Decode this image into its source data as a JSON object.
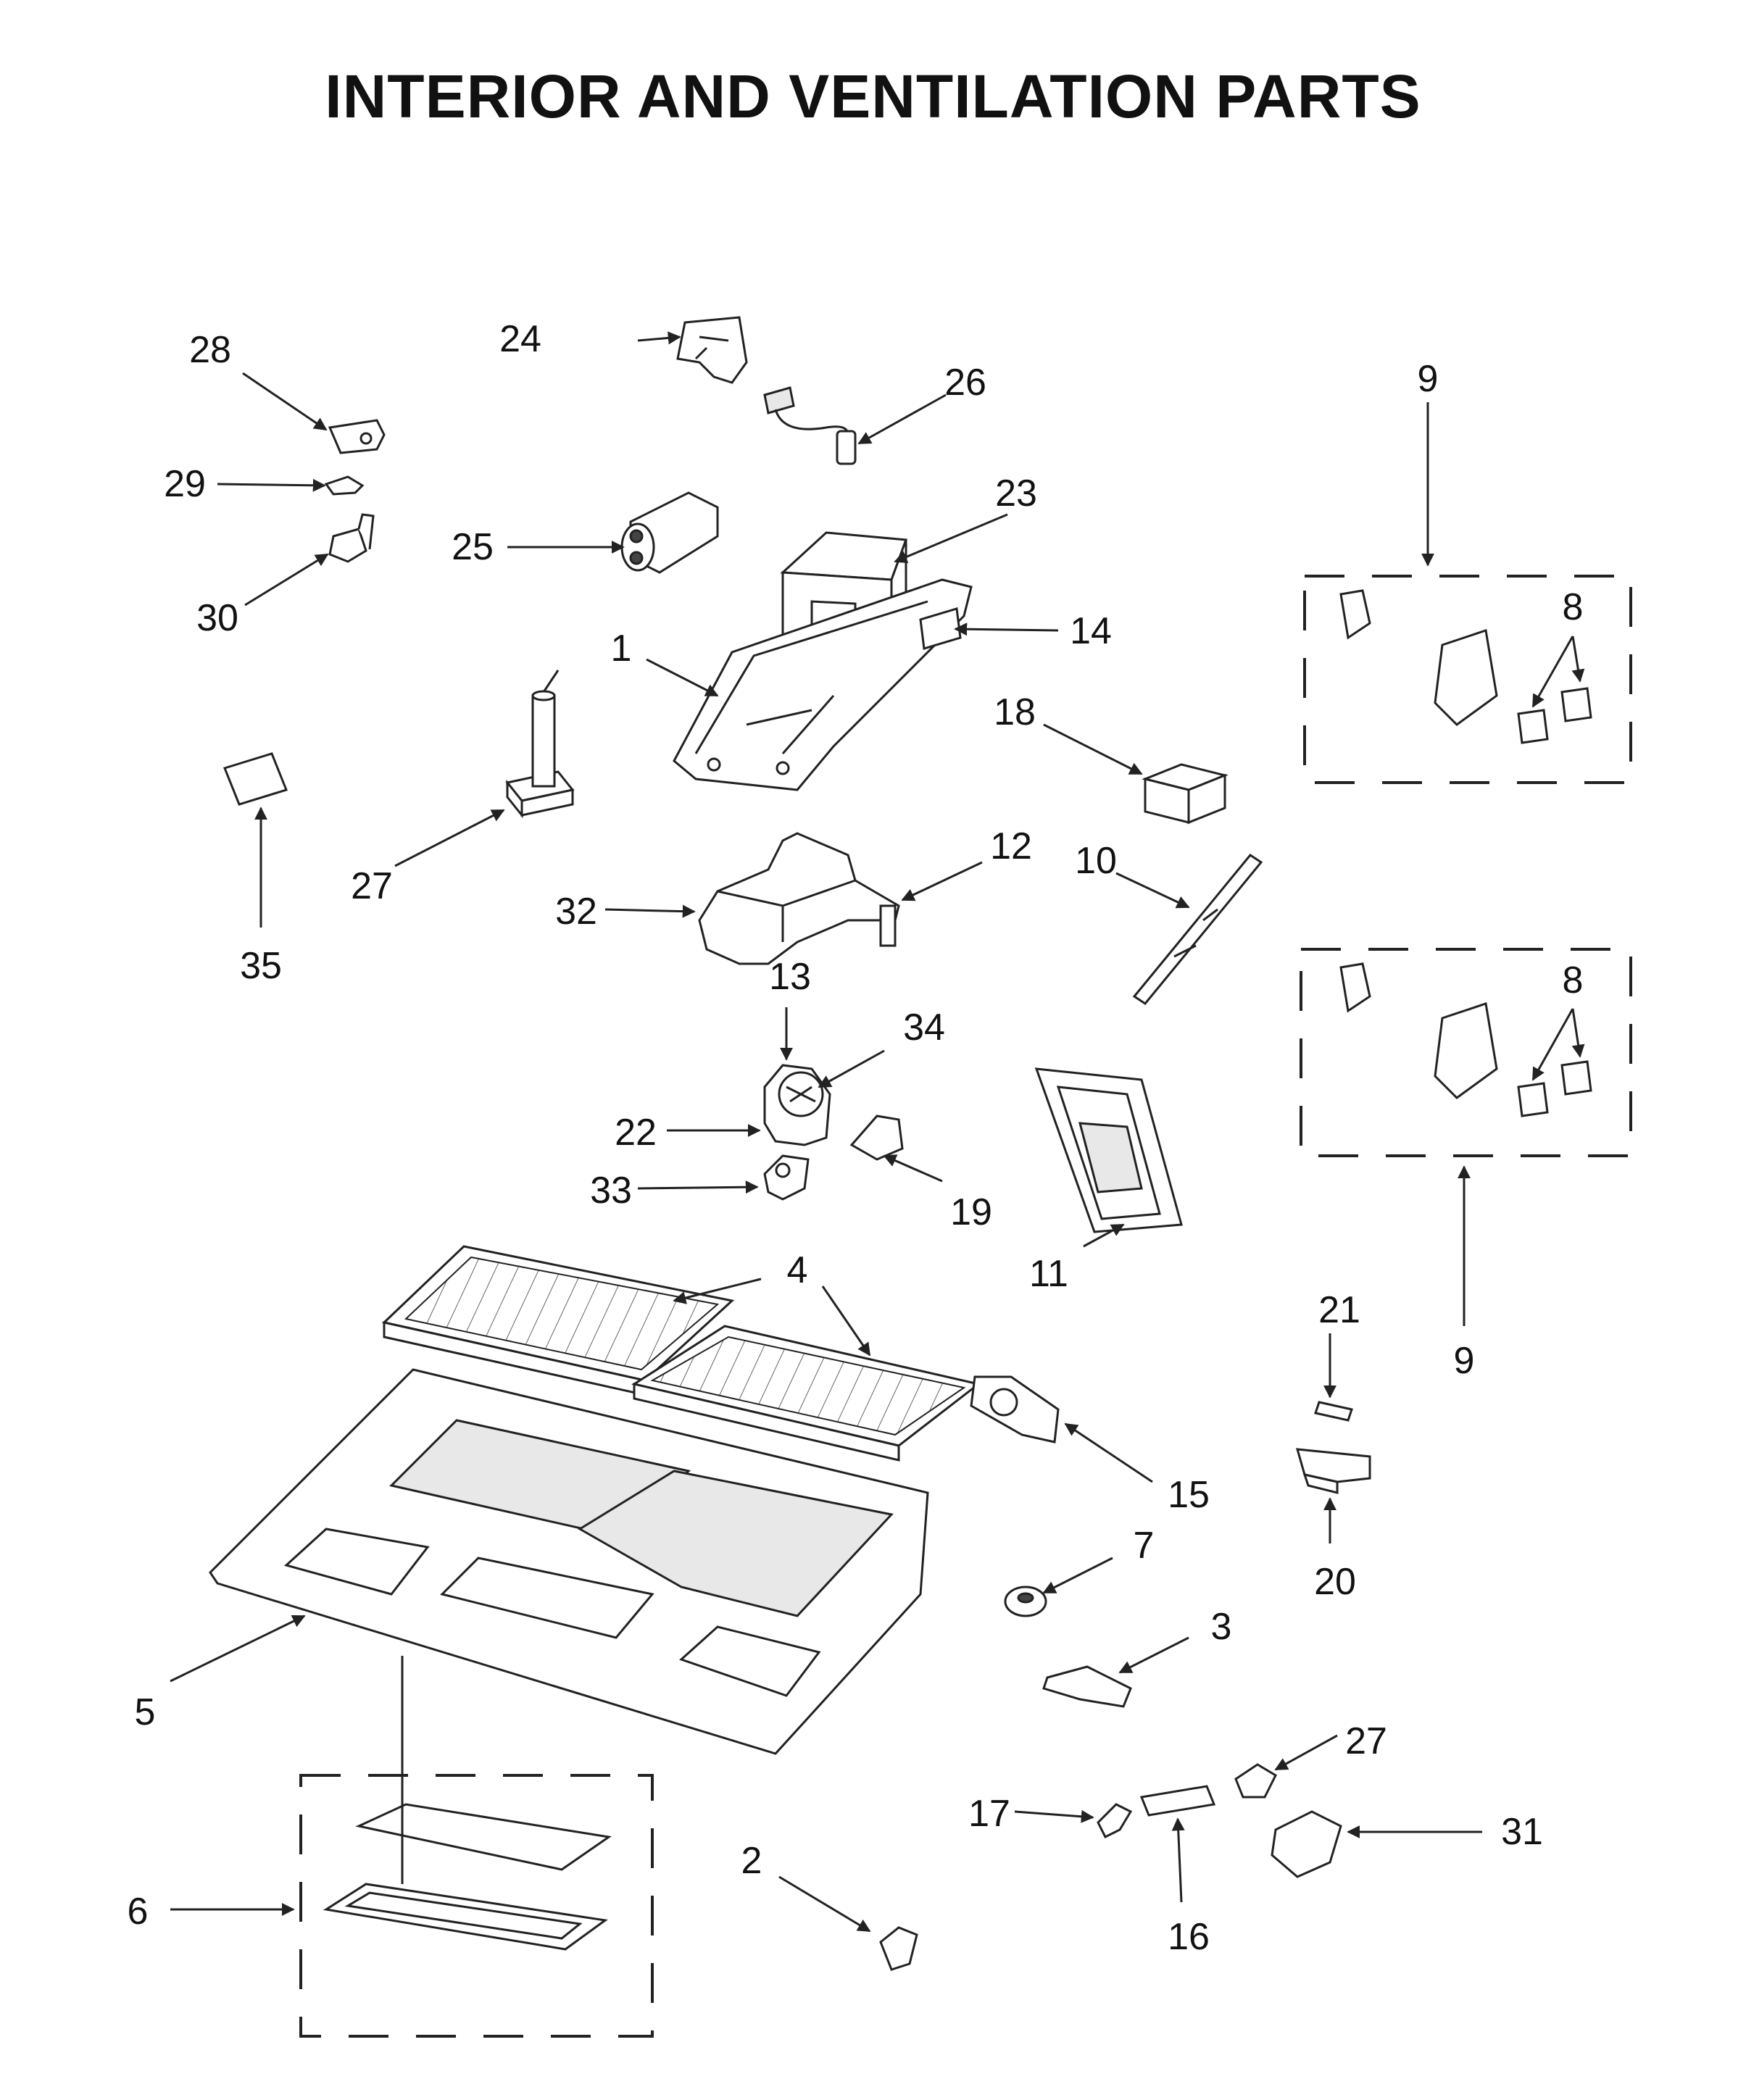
{
  "title": "INTERIOR AND VENTILATION PARTS",
  "callouts": [
    {
      "id": "c1",
      "label": "1"
    },
    {
      "id": "c2",
      "label": "2"
    },
    {
      "id": "c3",
      "label": "3"
    },
    {
      "id": "c4",
      "label": "4"
    },
    {
      "id": "c5",
      "label": "5"
    },
    {
      "id": "c6",
      "label": "6"
    },
    {
      "id": "c7",
      "label": "7"
    },
    {
      "id": "c8a",
      "label": "8"
    },
    {
      "id": "c8b",
      "label": "8"
    },
    {
      "id": "c9a",
      "label": "9"
    },
    {
      "id": "c9b",
      "label": "9"
    },
    {
      "id": "c10",
      "label": "10"
    },
    {
      "id": "c11",
      "label": "11"
    },
    {
      "id": "c12",
      "label": "12"
    },
    {
      "id": "c13",
      "label": "13"
    },
    {
      "id": "c14",
      "label": "14"
    },
    {
      "id": "c15",
      "label": "15"
    },
    {
      "id": "c16",
      "label": "16"
    },
    {
      "id": "c17",
      "label": "17"
    },
    {
      "id": "c18",
      "label": "18"
    },
    {
      "id": "c19",
      "label": "19"
    },
    {
      "id": "c20",
      "label": "20"
    },
    {
      "id": "c21",
      "label": "21"
    },
    {
      "id": "c22",
      "label": "22"
    },
    {
      "id": "c23",
      "label": "23"
    },
    {
      "id": "c24",
      "label": "24"
    },
    {
      "id": "c25",
      "label": "25"
    },
    {
      "id": "c26",
      "label": "26"
    },
    {
      "id": "c27a",
      "label": "27"
    },
    {
      "id": "c27b",
      "label": "27"
    },
    {
      "id": "c28",
      "label": "28"
    },
    {
      "id": "c29",
      "label": "29"
    },
    {
      "id": "c30",
      "label": "30"
    },
    {
      "id": "c31",
      "label": "31"
    },
    {
      "id": "c32",
      "label": "32"
    },
    {
      "id": "c33",
      "label": "33"
    },
    {
      "id": "c34",
      "label": "34"
    },
    {
      "id": "c35",
      "label": "35"
    }
  ]
}
